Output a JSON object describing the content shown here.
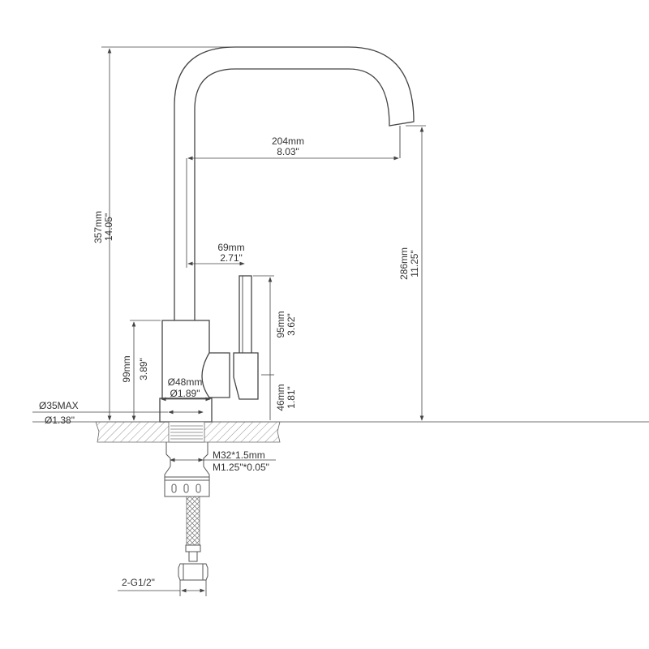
{
  "drawing": {
    "overall_height": {
      "mm": "357mm",
      "in": "14.05\""
    },
    "spout_reach": {
      "mm": "204mm",
      "in": "8.03\""
    },
    "spout_height": {
      "mm": "286mm",
      "in": "11.25\""
    },
    "handle_offset": {
      "mm": "69mm",
      "in": "2.71\""
    },
    "handle_height": {
      "mm": "95mm",
      "in": "3.62\""
    },
    "handle_base": {
      "mm": "46mm",
      "in": "1.81\""
    },
    "body_height": {
      "mm": "99mm",
      "in": "3.89\""
    },
    "body_diameter": {
      "mm": "Ø48mm",
      "in": "Ø1.89\""
    },
    "hole_diameter": {
      "mm": "Ø35MAX",
      "in": "Ø1.38\""
    },
    "thread": {
      "mm": "M32*1.5mm",
      "in": "M1.25\"*0.05\""
    },
    "hose_connector": "2-G1/2\""
  }
}
